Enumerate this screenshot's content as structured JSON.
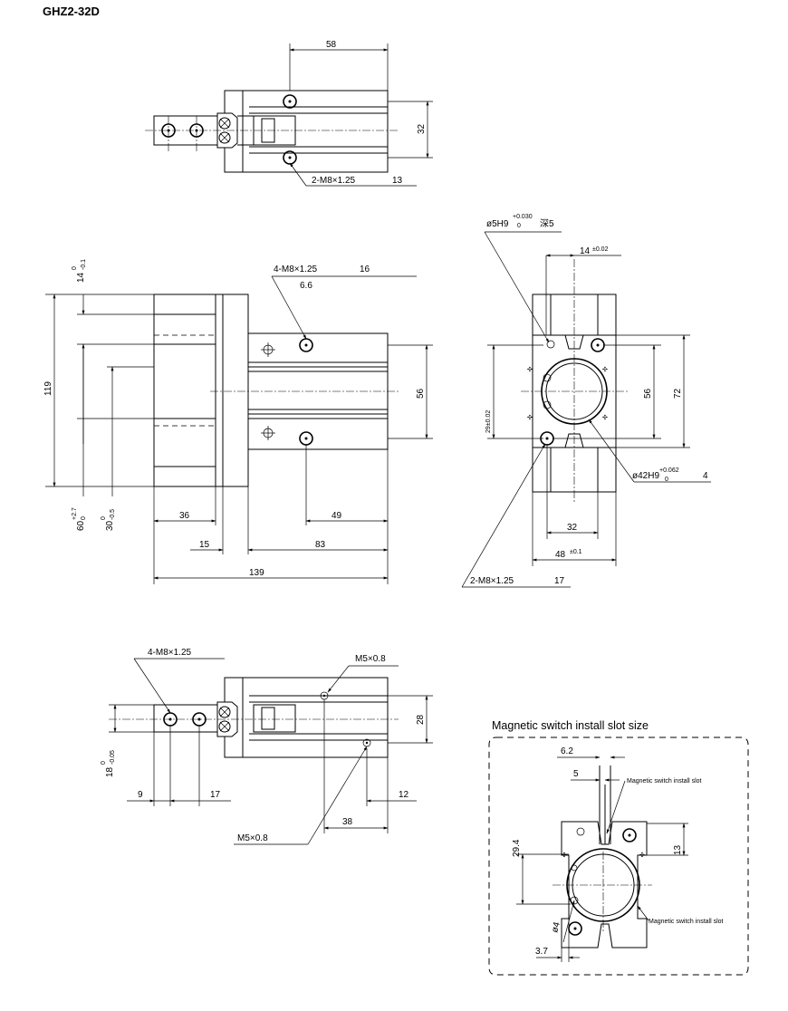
{
  "model": "GHZ2-32D",
  "top_view": {
    "dims": [
      "58",
      "32"
    ],
    "thread_callout": "2-M8×1.25",
    "thread_depth": "13"
  },
  "front_view": {
    "tol_14": "14",
    "tol_14_sup": "0",
    "tol_14_sub": "-0.1",
    "dim_119": "119",
    "thread_callout": "4-M8×1.25",
    "thread_depth": "16",
    "thread_sub": "6.6",
    "dim_56": "56",
    "tol_60": "60",
    "tol_60_sup": "+2.7",
    "tol_60_sub": "0",
    "tol_30": "30",
    "tol_30_sup": "0",
    "tol_30_sub": "-0.5",
    "dim_36": "36",
    "dim_49": "49",
    "dim_15": "15",
    "dim_83": "83",
    "dim_139": "139"
  },
  "side_view": {
    "pin_hole": "ø5H9",
    "pin_hole_sup": "+0.030",
    "pin_hole_sub": "0",
    "pin_hole_depth": "深5",
    "dim_14": "14",
    "dim_14_tol": "±0.02",
    "dim_29": "29±0.02",
    "dim_56": "56",
    "dim_72": "72",
    "bore": "ø42H9",
    "bore_sup": "+0.062",
    "bore_sub": "0",
    "bore_depth": "4",
    "dim_32": "32",
    "dim_48": "48",
    "dim_48_tol": "±0.1",
    "thread_callout": "2-M8×1.25",
    "thread_depth": "17"
  },
  "bottom_view": {
    "thread_callout": "4-M8×1.25",
    "port_top": "M5×0.8",
    "dim_28": "28",
    "tol_18": "18",
    "tol_18_sup": "0",
    "tol_18_sub": "-0.05",
    "dim_9": "9",
    "dim_17": "17",
    "dim_12": "12",
    "dim_38": "38",
    "port_bottom": "M5×0.8"
  },
  "switch_slot": {
    "title": "Magnetic switch install slot size",
    "dim_6_2": "6.2",
    "dim_5": "5",
    "label_top": "Magnetic switch install slot",
    "dim_29_4": "29.4",
    "dim_13": "13",
    "label_bottom": "Magnetic switch install slot",
    "dim_phi4": "ø4",
    "dim_3_7": "3.7"
  }
}
